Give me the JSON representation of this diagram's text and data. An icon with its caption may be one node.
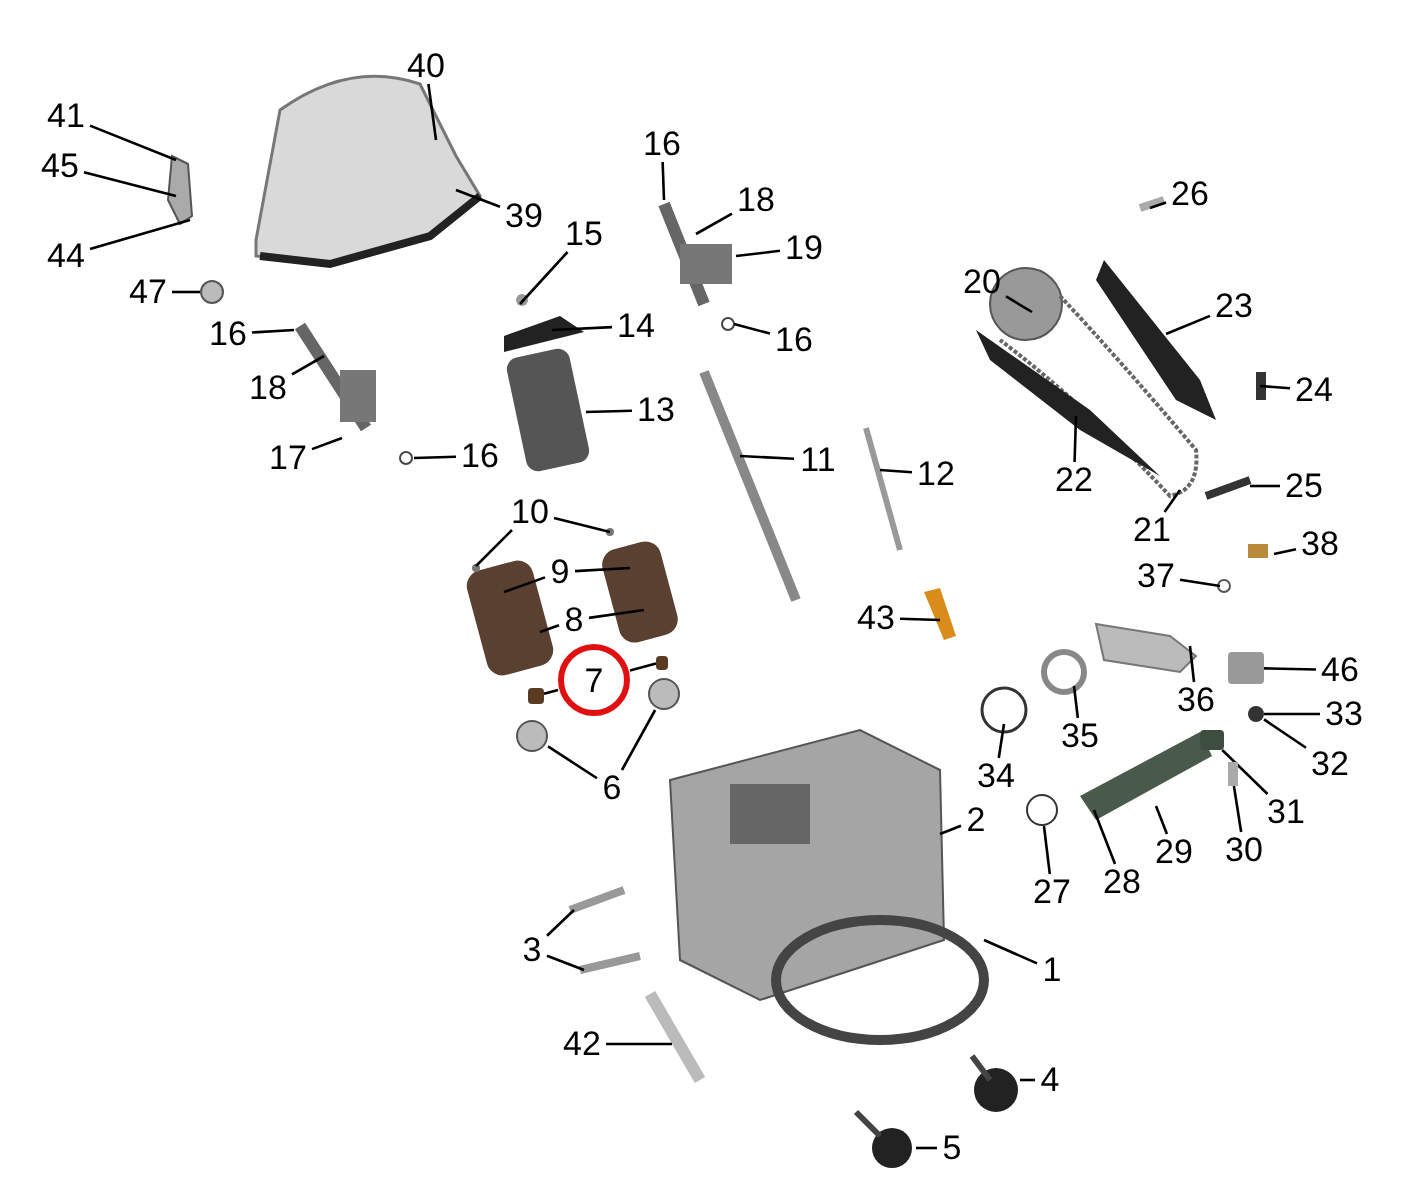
{
  "diagram": {
    "nodes": [
      {
        "text": [
          "40"
        ]
      },
      {
        "text": [
          "41"
        ]
      },
      {
        "text": [
          "16"
        ]
      },
      {
        "text": [
          "18"
        ]
      },
      {
        "text": [
          "45"
        ]
      },
      {
        "text": [
          "26"
        ]
      },
      {
        "text": [
          "39"
        ]
      },
      {
        "text": [
          "19"
        ]
      },
      {
        "text": [
          "15"
        ]
      },
      {
        "text": [
          "44"
        ]
      },
      {
        "text": [
          "20"
        ]
      },
      {
        "text": [
          "23"
        ]
      },
      {
        "text": [
          "47"
        ]
      },
      {
        "text": [
          "16"
        ]
      },
      {
        "text": [
          "16"
        ]
      },
      {
        "text": [
          "18"
        ]
      },
      {
        "text": [
          "14"
        ]
      },
      {
        "text": [
          "24"
        ]
      },
      {
        "text": [
          "13"
        ]
      },
      {
        "text": [
          "11"
        ]
      },
      {
        "text": [
          "12"
        ]
      },
      {
        "text": [
          "17"
        ]
      },
      {
        "text": [
          "16"
        ]
      },
      {
        "text": [
          "22"
        ]
      },
      {
        "text": [
          "25"
        ]
      },
      {
        "text": [
          "10"
        ]
      },
      {
        "text": [
          "21"
        ]
      },
      {
        "text": [
          "38"
        ]
      },
      {
        "text": [
          "9"
        ]
      },
      {
        "text": [
          "37"
        ]
      },
      {
        "text": [
          "43"
        ]
      },
      {
        "text": [
          "8"
        ]
      },
      {
        "text": [
          "7"
        ]
      },
      {
        "text": [
          "46"
        ]
      },
      {
        "text": [
          "36"
        ]
      },
      {
        "text": [
          "35"
        ]
      },
      {
        "text": [
          "33"
        ]
      },
      {
        "text": [
          "6"
        ]
      },
      {
        "text": [
          "34"
        ]
      },
      {
        "text": [
          "32"
        ]
      },
      {
        "text": [
          "31"
        ]
      },
      {
        "text": [
          "2"
        ]
      },
      {
        "text": [
          "30"
        ]
      },
      {
        "text": [
          "27"
        ]
      },
      {
        "text": [
          "28"
        ]
      },
      {
        "text": [
          "29"
        ]
      },
      {
        "text": [
          "3"
        ]
      },
      {
        "text": [
          "1"
        ]
      },
      {
        "text": [
          "42"
        ]
      },
      {
        "text": [
          "4"
        ]
      },
      {
        "text": [
          "5"
        ]
      },
      {
        "text": [],
        "shape": "circle"
      },
      {
        "text": [],
        "shape": "box"
      },
      {
        "text": [],
        "shape": "circle"
      },
      {
        "text": [],
        "shape": "box"
      },
      {
        "text": [],
        "shape": "bar"
      },
      {
        "text": [],
        "shape": "circle"
      },
      {
        "text": [],
        "shape": "circle"
      },
      {
        "text": [],
        "shape": "circle"
      },
      {
        "text": [],
        "shape": "box"
      },
      {
        "text": [],
        "shape": "box"
      }
    ],
    "edges": [
      {
        "from": 0,
        "to": null,
        "arrow": "none"
      },
      {
        "from": 1,
        "to": null,
        "arrow": "none"
      },
      {
        "from": 2,
        "to": null,
        "arrow": "none"
      },
      {
        "from": 3,
        "to": null,
        "arrow": "none"
      },
      {
        "from": 4,
        "to": null,
        "arrow": "none"
      },
      {
        "from": 5,
        "to": null,
        "arrow": "none"
      },
      {
        "from": 6,
        "to": null,
        "arrow": "none"
      },
      {
        "from": 7,
        "to": null,
        "arrow": "none"
      },
      {
        "from": 8,
        "to": null,
        "arrow": "none"
      },
      {
        "from": 9,
        "to": null,
        "arrow": "none"
      },
      {
        "from": 10,
        "to": null,
        "arrow": "none"
      },
      {
        "from": 11,
        "to": null,
        "arrow": "none"
      },
      {
        "from": 12,
        "to": 51,
        "arrow": "none"
      },
      {
        "from": 13,
        "to": null,
        "arrow": "none"
      },
      {
        "from": 14,
        "to": null,
        "arrow": "none"
      },
      {
        "from": 15,
        "to": null,
        "arrow": "none"
      },
      {
        "from": 16,
        "to": null,
        "arrow": "none"
      },
      {
        "from": 17,
        "to": null,
        "arrow": "none"
      },
      {
        "from": 18,
        "to": null,
        "arrow": "none"
      },
      {
        "from": 19,
        "to": null,
        "arrow": "none"
      },
      {
        "from": 20,
        "to": null,
        "arrow": "none"
      },
      {
        "from": 21,
        "to": null,
        "arrow": "none"
      },
      {
        "from": 22,
        "to": null,
        "arrow": "none"
      },
      {
        "from": 23,
        "to": null,
        "arrow": "none"
      },
      {
        "from": 24,
        "to": null,
        "arrow": "none"
      },
      {
        "from": 25,
        "to": null,
        "arrow": "none"
      },
      {
        "from": 25,
        "to": null,
        "arrow": "none"
      },
      {
        "from": 26,
        "to": null,
        "arrow": "none"
      },
      {
        "from": 27,
        "to": null,
        "arrow": "none"
      },
      {
        "from": 28,
        "to": null,
        "arrow": "none"
      },
      {
        "from": 28,
        "to": null,
        "arrow": "none"
      },
      {
        "from": 29,
        "to": null,
        "arrow": "none"
      },
      {
        "from": 30,
        "to": null,
        "arrow": "none"
      },
      {
        "from": 31,
        "to": null,
        "arrow": "none"
      },
      {
        "from": 31,
        "to": null,
        "arrow": "none"
      },
      {
        "from": 32,
        "to": 59,
        "arrow": "none"
      },
      {
        "from": 32,
        "to": 60,
        "arrow": "none"
      },
      {
        "from": 33,
        "to": 52,
        "arrow": "none"
      },
      {
        "from": 34,
        "to": null,
        "arrow": "none"
      },
      {
        "from": 35,
        "to": null,
        "arrow": "none"
      },
      {
        "from": 36,
        "to": 53,
        "arrow": "none"
      },
      {
        "from": 37,
        "to": 56,
        "arrow": "none"
      },
      {
        "from": 37,
        "to": 57,
        "arrow": "none"
      },
      {
        "from": 38,
        "to": null,
        "arrow": "none"
      },
      {
        "from": 39,
        "to": 53,
        "arrow": "none"
      },
      {
        "from": 40,
        "to": 54,
        "arrow": "none"
      },
      {
        "from": 41,
        "to": null,
        "arrow": "none"
      },
      {
        "from": 42,
        "to": 55,
        "arrow": "none"
      },
      {
        "from": 43,
        "to": 58,
        "arrow": "none"
      },
      {
        "from": 44,
        "to": null,
        "arrow": "none"
      },
      {
        "from": 45,
        "to": null,
        "arrow": "none"
      },
      {
        "from": 46,
        "to": null,
        "arrow": "none"
      },
      {
        "from": 46,
        "to": null,
        "arrow": "none"
      },
      {
        "from": 47,
        "to": null,
        "arrow": "none"
      },
      {
        "from": 48,
        "to": null,
        "arrow": "none"
      },
      {
        "from": 49,
        "to": null,
        "arrow": "none"
      },
      {
        "from": 50,
        "to": null,
        "arrow": "none"
      }
    ]
  }
}
